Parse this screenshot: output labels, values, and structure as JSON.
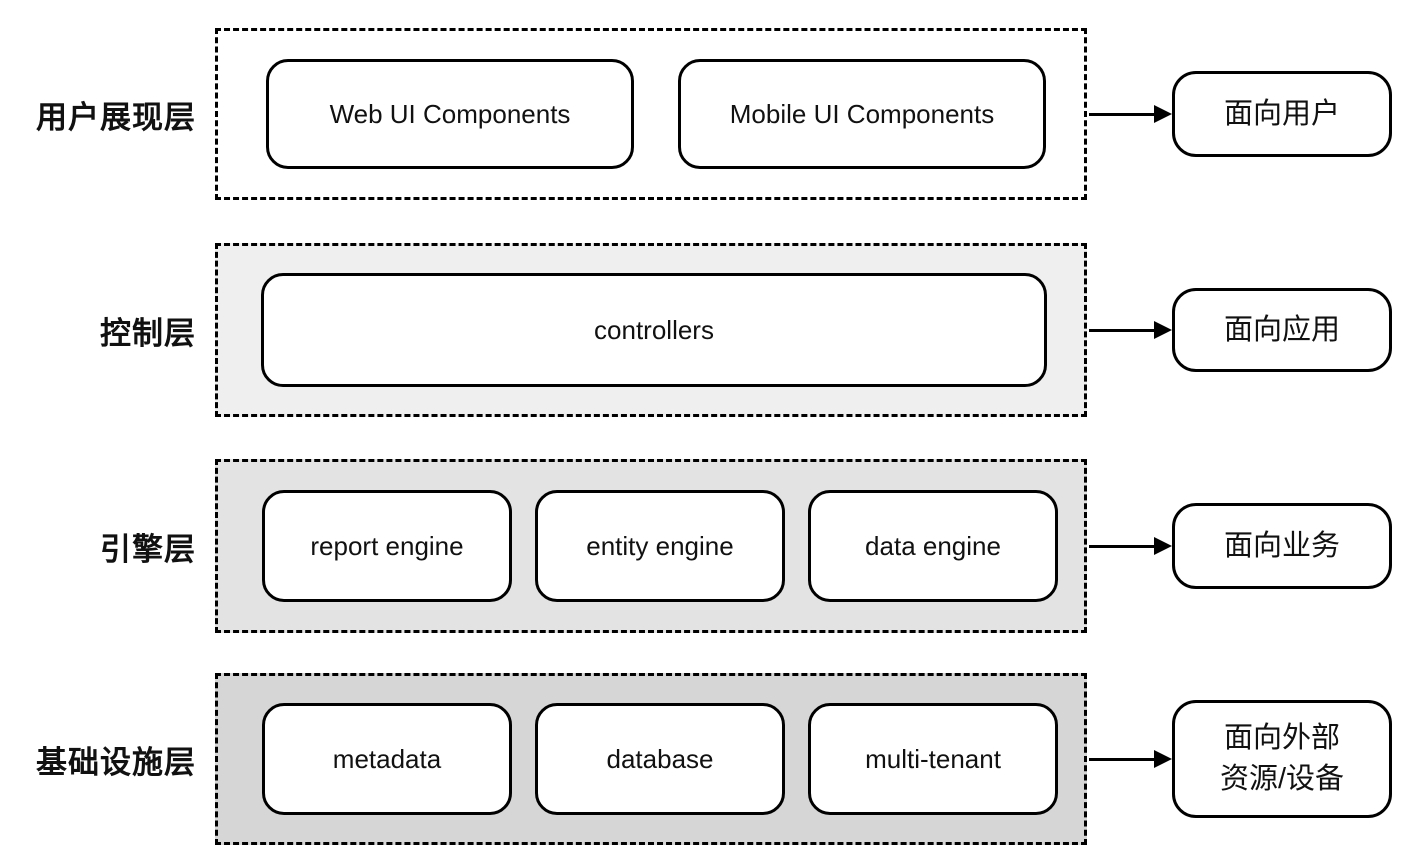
{
  "diagram": {
    "layers": [
      {
        "id": "presentation",
        "label": "用户展现层",
        "boxes": [
          "Web UI Components",
          "Mobile UI Components"
        ],
        "target_lines": [
          "面向用户"
        ],
        "bg": "#ffffff"
      },
      {
        "id": "control",
        "label": "控制层",
        "boxes": [
          "controllers"
        ],
        "target_lines": [
          "面向应用"
        ],
        "bg": "#efefef"
      },
      {
        "id": "engine",
        "label": "引擎层",
        "boxes": [
          "report engine",
          "entity engine",
          "data engine"
        ],
        "target_lines": [
          "面向业务"
        ],
        "bg": "#e3e3e3"
      },
      {
        "id": "infrastructure",
        "label": "基础设施层",
        "boxes": [
          "metadata",
          "database",
          "multi-tenant"
        ],
        "target_lines": [
          "面向外部",
          "资源/设备"
        ],
        "bg": "#d6d6d6"
      }
    ],
    "colors": {
      "stroke": "#000000",
      "node_bg": "#ffffff",
      "canvas_bg": "#ffffff"
    }
  }
}
